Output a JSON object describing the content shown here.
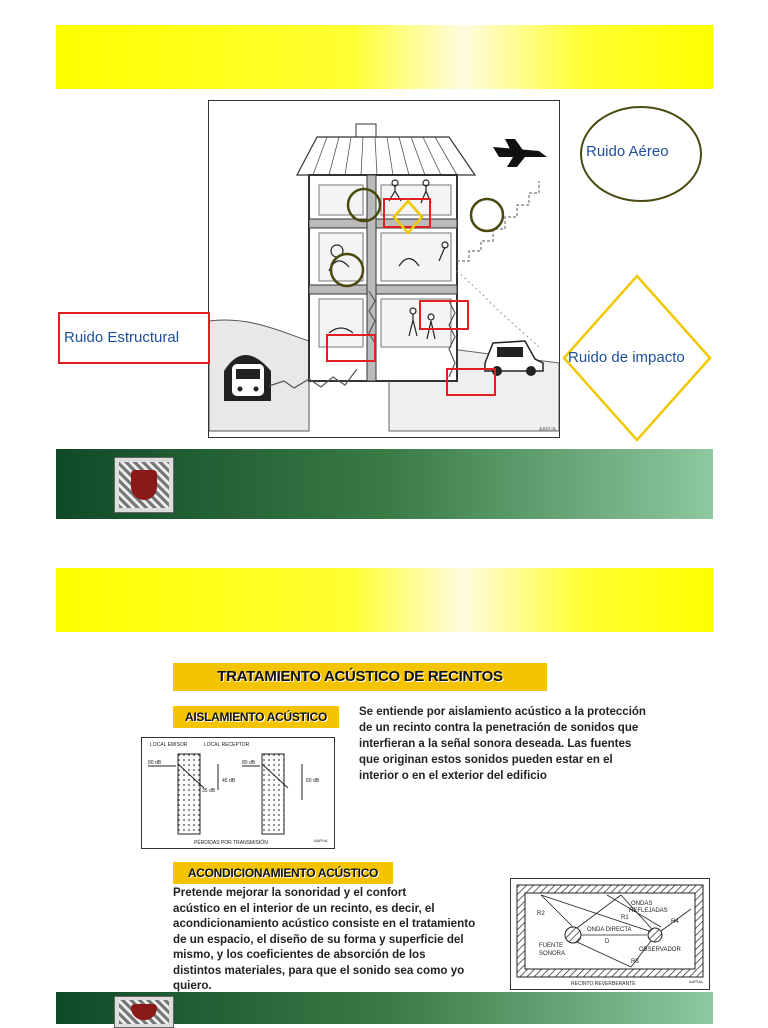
{
  "slide1": {
    "labels": {
      "aereo": "Ruido Aéreo",
      "estructural": "Ruido Estructural",
      "impacto": "Ruido de impacto"
    },
    "house_figure_credit": "AAPUA"
  },
  "slide2": {
    "title": "TRATAMIENTO ACÚSTICO DE RECINTOS",
    "aislamiento": {
      "heading": "AISLAMIENTO ACÚSTICO",
      "lines": [
        "Se entiende por aislamiento acústico a la protección",
        "de un recinto contra la penetración de sonidos que",
        "interfieran a la señal sonora deseada. Las fuentes",
        "que originan estos sonidos pueden estar en el",
        "interior o en el exterior del edificio"
      ],
      "diagram": {
        "local_emisor": "LOCAL EMISOR",
        "local_receptor": "LOCAL RECEPTOR",
        "db80a": "80 dB",
        "db35": "35 dB",
        "db45": "45 dB",
        "db80b": "80 dB",
        "db60": "60 dB",
        "caption": "PÉRDIDAS POR TRANSMISIÓN",
        "credit": "AAPUA"
      }
    },
    "acondicionamiento": {
      "heading": "ACONDICIONAMIENTO ACÚSTICO",
      "lines": [
        "Pretende mejorar la sonoridad y el confort",
        "acústico en el interior de un recinto, es decir, el",
        "acondicionamiento acústico consiste en el tratamiento",
        "de un espacio, el diseño de su forma y superficie del",
        "mismo, y los coeficientes de absorción de los",
        "distintos materiales, para que el sonido sea como yo",
        "quiero."
      ],
      "diagram": {
        "ondas": "ONDAS",
        "reflejadas": "REFLEJADAS",
        "onda_directa": "ONDA DIRECTA",
        "d": "D",
        "fuente": "FUENTE",
        "sonora": "SONORA",
        "observador": "OBSERVADOR",
        "r1": "R1",
        "r2": "R2",
        "r3": "R3",
        "r4": "R4",
        "caption": "RECINTO REVERBERANTE",
        "credit": "AAPUA"
      }
    }
  },
  "colors": {
    "yellow": "#ffff00",
    "green_dark": "#0f4a28",
    "green_light": "#8cc8a0",
    "tag_orange": "#f5c400",
    "label_blue": "#1e4f9a",
    "marker_red": "#e02020",
    "marker_olive": "#4a4a10",
    "marker_gold": "#f0c800"
  }
}
